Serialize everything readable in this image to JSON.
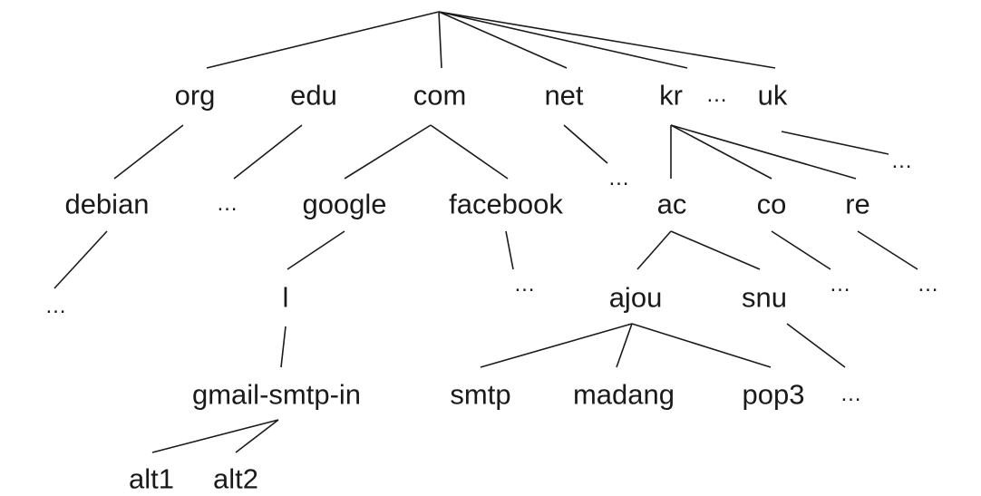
{
  "diagram": {
    "title": "",
    "labels": {
      "org": "org",
      "edu": "edu",
      "com": "com",
      "net": "net",
      "kr": "kr",
      "top_ellipsis": "…",
      "uk": "uk",
      "uk_ellipsis": "…",
      "debian": "debian",
      "edu_ellipsis": "…",
      "google": "google",
      "facebook": "facebook",
      "net_ellipsis": "…",
      "ac": "ac",
      "co": "co",
      "re": "re",
      "debian_ellipsis": "…",
      "google_dot": "l",
      "facebook_ellipsis": "…",
      "ajou": "ajou",
      "snu": "snu",
      "co_ellipsis": "…",
      "re_ellipsis": "…",
      "gmail": "gmail-smtp-in",
      "smtp": "smtp",
      "madang": "madang",
      "pop3": "pop3",
      "snu_ellipsis": "…",
      "alt1": "alt1",
      "alt2": "alt2"
    }
  }
}
